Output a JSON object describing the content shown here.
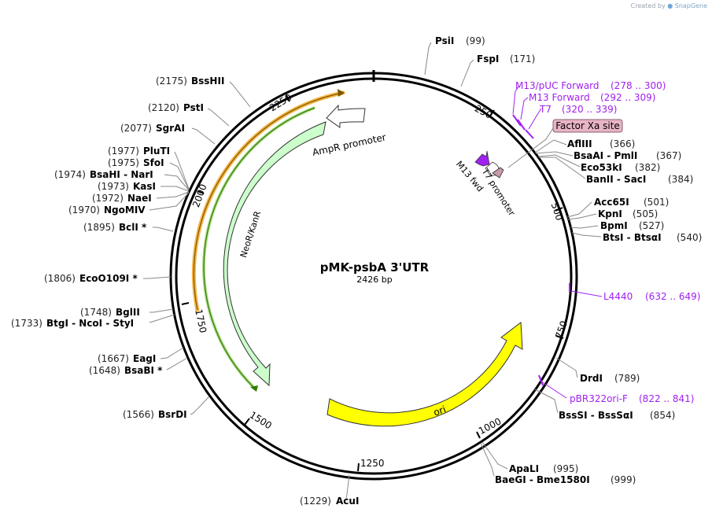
{
  "credit": {
    "prefix": "Created by",
    "brand": "SnapGene"
  },
  "plasmid": {
    "name": "pMK-psbA 3'UTR",
    "length_label": "2426 bp",
    "length": 2426
  },
  "ticks": [
    "250",
    "500",
    "750",
    "1000",
    "1250",
    "1500",
    "1750",
    "2000",
    "2250"
  ],
  "sites_right": [
    {
      "name": "PsiI",
      "pos": "(99)"
    },
    {
      "name": "FspI",
      "pos": "(171)"
    },
    {
      "name": "AflIII",
      "pos": "(366)"
    },
    {
      "name": "BsaAI - PmlI",
      "pos": "(367)"
    },
    {
      "name": "Eco53kI",
      "pos": "(382)"
    },
    {
      "name": "BanII - SacI",
      "pos": "(384)"
    },
    {
      "name": "Acc65I",
      "pos": "(501)"
    },
    {
      "name": "KpnI",
      "pos": "(505)"
    },
    {
      "name": "BpmI",
      "pos": "(527)"
    },
    {
      "name": "BtsI - BtsαI",
      "pos": "(540)"
    },
    {
      "name": "DrdI",
      "pos": "(789)"
    },
    {
      "name": "BssSI - BssSαI",
      "pos": "(854)"
    },
    {
      "name": "ApaLI",
      "pos": "(995)"
    },
    {
      "name": "BaeGI - Bme1580I",
      "pos": "(999)"
    }
  ],
  "sites_left": [
    {
      "name": "BssHII",
      "pos": "(2175)"
    },
    {
      "name": "PstI",
      "pos": "(2120)"
    },
    {
      "name": "SgrAI",
      "pos": "(2077)"
    },
    {
      "name": "PluTI",
      "pos": "(1977)"
    },
    {
      "name": "SfoI",
      "pos": "(1975)"
    },
    {
      "name": "BsaHI - NarI",
      "pos": "(1974)"
    },
    {
      "name": "KasI",
      "pos": "(1973)"
    },
    {
      "name": "NaeI",
      "pos": "(1972)"
    },
    {
      "name": "NgoMIV",
      "pos": "(1970)"
    },
    {
      "name": "BclI *",
      "pos": "(1895)"
    },
    {
      "name": "EcoO109I *",
      "pos": "(1806)"
    },
    {
      "name": "BglII",
      "pos": "(1748)"
    },
    {
      "name": "BtgI - NcoI - StyI",
      "pos": "(1733)"
    },
    {
      "name": "EagI",
      "pos": "(1667)"
    },
    {
      "name": "BsaBI *",
      "pos": "(1648)"
    },
    {
      "name": "BsrDI",
      "pos": "(1566)"
    },
    {
      "name": "AcuI",
      "pos": "(1229)"
    }
  ],
  "primers": [
    {
      "name": "M13/pUC Forward",
      "pos": "(278 .. 300)"
    },
    {
      "name": "M13 Forward",
      "pos": "(292 .. 309)"
    },
    {
      "name": "T7",
      "pos": "(320 .. 339)"
    },
    {
      "name": "L4440",
      "pos": "(632 .. 649)"
    },
    {
      "name": "pBR322ori-F",
      "pos": "(822 .. 841)"
    }
  ],
  "factor_xa": "Factor Xa site",
  "features": [
    {
      "name": "AmpR promoter",
      "color": "#ffffff"
    },
    {
      "name": "NeoR/KanR",
      "color": "#ccffcc"
    },
    {
      "name": "ori",
      "color": "#ffff00"
    },
    {
      "name": "M13 fwd",
      "color": "#a020f0"
    },
    {
      "name": "T7 promoter",
      "color": "#ffffff"
    }
  ],
  "colors": {
    "primer": "#a020f0",
    "feature_outline": "#000000",
    "orf_orange": "#f5a623",
    "orf_green": "#2e7d00",
    "factor_xa_fill": "#e8b4c6"
  }
}
